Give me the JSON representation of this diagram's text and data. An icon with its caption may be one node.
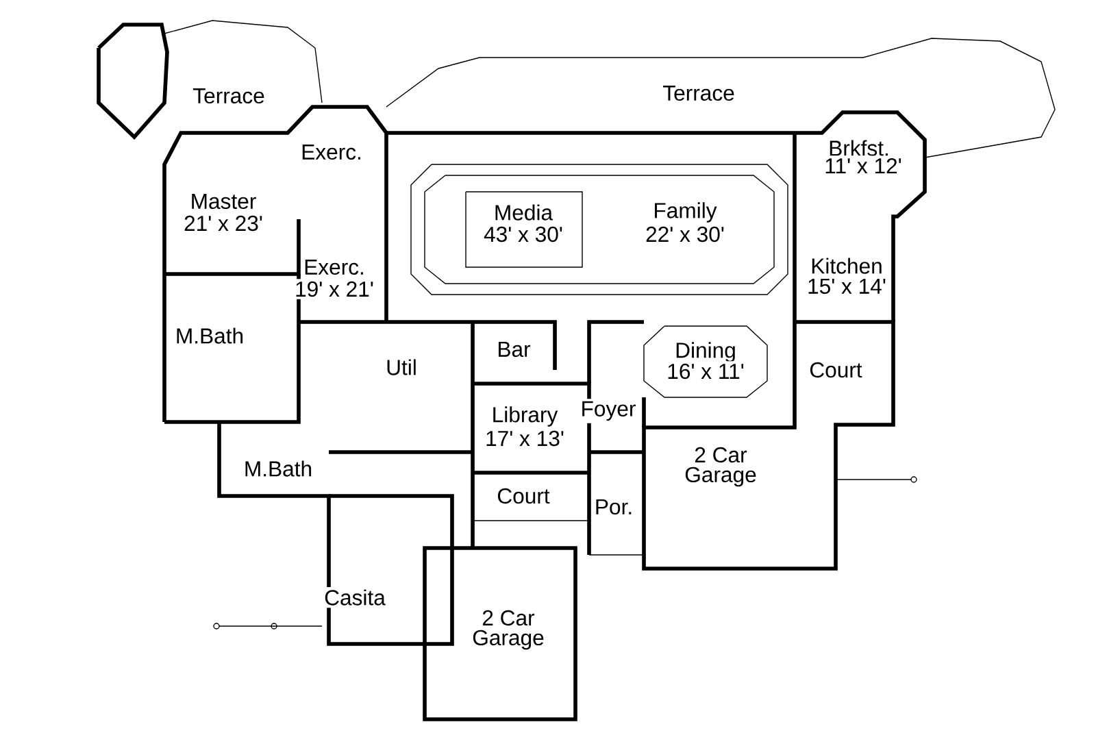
{
  "diagram": {
    "labels": [
      "Terrace",
      "Terrace",
      "Exerc.",
      "Brkfst.",
      "11' x 12'",
      "Master",
      "21' x 23'",
      "Media",
      "43' x 30'",
      "Family",
      "22' x 30'",
      "Kitchen",
      "15' x 14'",
      "Exerc.",
      "19' x 21'",
      "M.Bath",
      "Bar",
      "Dining",
      "16' x 11'",
      "Util",
      "Court",
      "Library",
      "17' x 13'",
      "Foyer",
      "2 Car",
      "Garage",
      "M.Bath",
      "Court",
      "Por.",
      "Casita",
      "2 Car",
      "Garage"
    ]
  }
}
